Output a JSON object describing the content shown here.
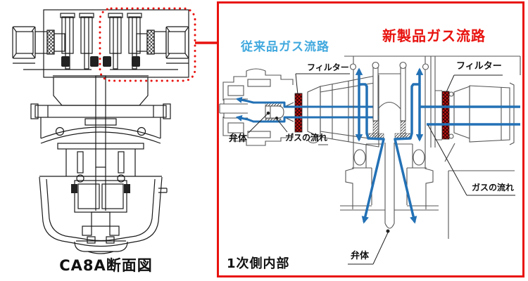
{
  "figure": {
    "caption": "CA8A断面図"
  },
  "panel": {
    "title": "1次側内部",
    "conventional": {
      "heading": "従来品ガス流路",
      "filter_label": "フィルター",
      "valve_label": "弁体",
      "flow_label": "ガスの流れ"
    },
    "new_product": {
      "heading": "新製品ガス流路",
      "filter_label": "フィルター",
      "valve_label": "弁体",
      "flow_label": "ガスの流れ"
    }
  },
  "colors": {
    "accent_red": "#e8130f",
    "flow_blue": "#2371b5",
    "conventional_blue": "#42a9de",
    "filter_red": "#c81414",
    "line_dark": "#1a1a1a",
    "line_gray": "#555555"
  }
}
